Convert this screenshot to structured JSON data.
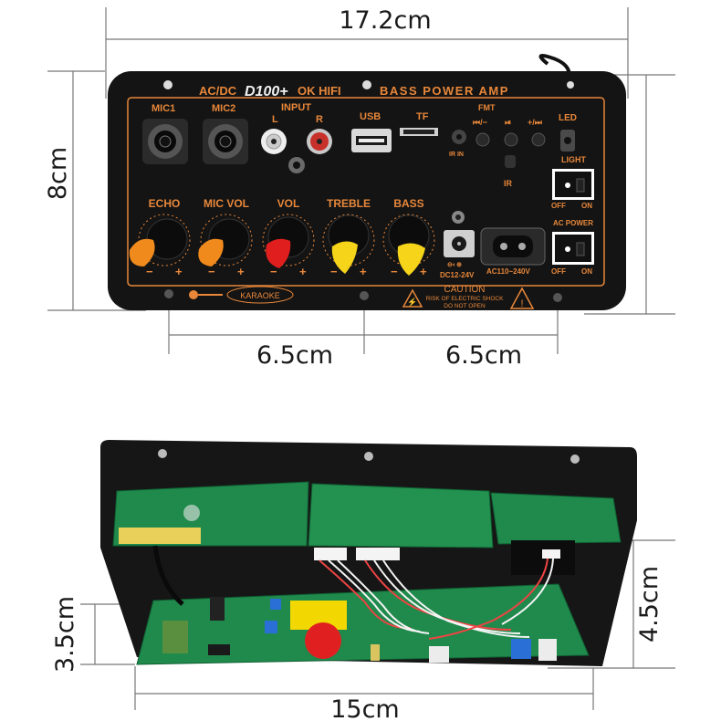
{
  "dimensions": {
    "top_width": "17.2cm",
    "top_height": "8cm",
    "top_left_spacing": "6.5cm",
    "top_right_spacing": "6.5cm",
    "bottom_left_height": "3.5cm",
    "bottom_right_height": "4.5cm",
    "bottom_width": "15cm"
  },
  "panel": {
    "header_left": "AC/DC",
    "model": "D100+",
    "header_mid": "OK HIFI",
    "header_right": "BASS POWER AMP",
    "mic1": "MIC1",
    "mic2": "MIC2",
    "input": "INPUT",
    "input_l": "L",
    "input_r": "R",
    "usb": "USB",
    "tf": "TF",
    "fmt": "FMT",
    "prev": "⏮/−",
    "play": "⏯",
    "next": "+/⏭",
    "led": "LED",
    "ir_in": "IR IN",
    "ir": "IR",
    "light": "LIGHT",
    "off": "OFF",
    "on": "ON",
    "ac_power": "AC POWER",
    "knobs": [
      "ECHO",
      "MIC VOL",
      "VOL",
      "TREBLE",
      "BASS"
    ],
    "minus": "−",
    "plus": "+",
    "dc": "DC12-24V",
    "ac": "AC110~240V",
    "karaoke": "KARAOKE",
    "caution": "CAUTION",
    "caution_1": "RISK OF ELECTRIC SHOCK",
    "caution_2": "DO NOT OPEN"
  },
  "colors": {
    "panel": "#141414",
    "accent": "#e8873a",
    "knob_orange": "#f08a1c",
    "knob_red": "#e01e1e",
    "knob_yellow": "#f6d41a",
    "pcb": "#1f8a4c"
  }
}
